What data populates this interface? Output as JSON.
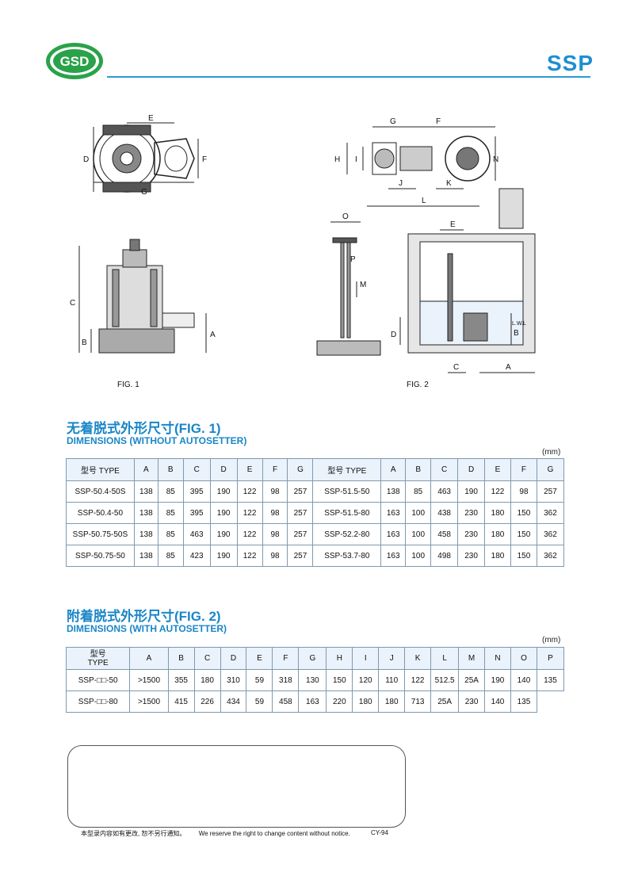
{
  "header": {
    "logo_text": "GSD",
    "brand": "SSP"
  },
  "figures": {
    "fig1_label": "FIG. 1",
    "fig2_label": "FIG. 2"
  },
  "section1": {
    "title_zh": "无着脱式外形尺寸(FIG. 1)",
    "title_en": "DIMENSIONS (WITHOUT AUTOSETTER)",
    "unit": "(mm)",
    "headers": [
      "型号 TYPE",
      "A",
      "B",
      "C",
      "D",
      "E",
      "F",
      "G",
      "型号 TYPE",
      "A",
      "B",
      "C",
      "D",
      "E",
      "F",
      "G"
    ],
    "rows": [
      [
        "SSP-50.4-50S",
        "138",
        "85",
        "395",
        "190",
        "122",
        "98",
        "257",
        "SSP-51.5-50",
        "138",
        "85",
        "463",
        "190",
        "122",
        "98",
        "257"
      ],
      [
        "SSP-50.4-50",
        "138",
        "85",
        "395",
        "190",
        "122",
        "98",
        "257",
        "SSP-51.5-80",
        "163",
        "100",
        "438",
        "230",
        "180",
        "150",
        "362"
      ],
      [
        "SSP-50.75-50S",
        "138",
        "85",
        "463",
        "190",
        "122",
        "98",
        "257",
        "SSP-52.2-80",
        "163",
        "100",
        "458",
        "230",
        "180",
        "150",
        "362"
      ],
      [
        "SSP-50.75-50",
        "138",
        "85",
        "423",
        "190",
        "122",
        "98",
        "257",
        "SSP-53.7-80",
        "163",
        "100",
        "498",
        "230",
        "180",
        "150",
        "362"
      ]
    ]
  },
  "section2": {
    "title_zh": "附着脱式外形尺寸(FIG. 2)",
    "title_en": "DIMENSIONS (WITH AUTOSETTER)",
    "unit": "(mm)",
    "headers": [
      "型号\nTYPE",
      "A",
      "B",
      "C",
      "D",
      "E",
      "F",
      "G",
      "H",
      "I",
      "J",
      "K",
      "L",
      "M",
      "N",
      "O",
      "P"
    ],
    "rows": [
      [
        "SSP-□□-50",
        ">1500",
        "355",
        "180",
        "310",
        "59",
        "318",
        "130",
        "150",
        "120",
        "110",
        "122",
        "512.5",
        "25A",
        "190",
        "140",
        "135"
      ],
      [
        "SSP-□□-80",
        ">1500",
        "415",
        "226",
        "434",
        "59",
        "458",
        "163",
        "220",
        "180",
        "180",
        "713",
        "25A",
        "230",
        "140",
        "135"
      ]
    ]
  },
  "drawing_labels": {
    "fig1_top": [
      "E",
      "D",
      "F",
      "G"
    ],
    "fig1_side": [
      "C",
      "B",
      "A"
    ],
    "fig2_top": [
      "G",
      "F",
      "H",
      "I",
      "N",
      "J",
      "K",
      "L"
    ],
    "fig2_rail": [
      "O",
      "P",
      "M"
    ],
    "fig2_pit": [
      "E",
      "D",
      "B",
      "L.W.L",
      "C",
      "A"
    ]
  },
  "footer": {
    "note_zh": "本型录内容如有更改, 恕不另行通知。",
    "note_en": "We reserve the right to change content without notice.",
    "code": "CY-94"
  },
  "colors": {
    "accent": "#1f8fd0",
    "logo_green": "#2aa24a",
    "table_header_bg": "#eaf2fb",
    "border": "#7f9ab0"
  }
}
